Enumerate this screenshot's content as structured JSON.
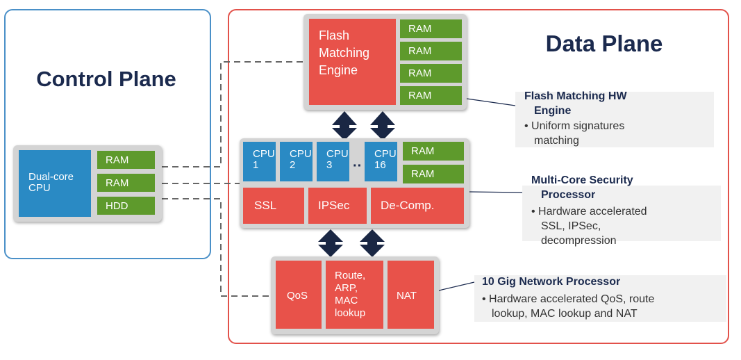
{
  "control_plane": {
    "title": "Control Plane",
    "cpu_label": "Dual-core CPU",
    "ram_1": "RAM",
    "ram_2": "RAM",
    "hdd": "HDD"
  },
  "data_plane": {
    "title": "Data Plane",
    "flash_engine": {
      "label": "Flash Matching Engine",
      "ram": [
        "RAM",
        "RAM",
        "RAM",
        "RAM"
      ]
    },
    "security_processor": {
      "cpus": [
        {
          "line1": "CPU",
          "line2": "1"
        },
        {
          "line1": "CPU",
          "line2": "2"
        },
        {
          "line1": "CPU",
          "line2": "3"
        },
        {
          "line1": "CPU",
          "line2": "16"
        }
      ],
      "ellipsis": "··",
      "ram": [
        "RAM",
        "RAM"
      ],
      "ssl": "SSL",
      "ipsec": "IPSec",
      "decomp": "De-Comp."
    },
    "network_processor": {
      "qos": "QoS",
      "route": "Route, ARP, MAC lookup",
      "nat": "NAT"
    }
  },
  "callouts": {
    "flash": {
      "title_1": "Flash Matching HW",
      "title_2": "Engine",
      "body_1": "• Uniform signatures",
      "body_2": "matching"
    },
    "multicore": {
      "title_1": "Multi-Core Security",
      "title_2": "Processor",
      "body_1": "• Hardware accelerated",
      "body_2": "SSL, IPSec,",
      "body_3": "decompression"
    },
    "network": {
      "title_1": "10 Gig Network Processor",
      "body_1": "• Hardware accelerated QoS, route",
      "body_2": "lookup, MAC lookup and NAT"
    }
  },
  "colors": {
    "red": "#e8524a",
    "blue": "#2a8ac4",
    "green": "#5e9a2c",
    "navy": "#1b2a4e",
    "control_border": "#4a90c8",
    "data_border": "#e2514a"
  }
}
